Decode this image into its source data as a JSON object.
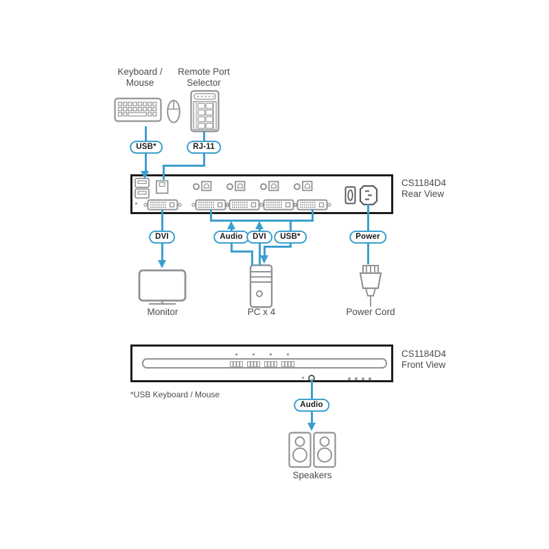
{
  "colors": {
    "line_blue": "#3b9ecf",
    "device_gray": "#8f9294",
    "panel_border": "#1a1a1a",
    "label_text": "#4a4a4a"
  },
  "labels": {
    "keyboard_mouse": "Keyboard /\nMouse",
    "remote_selector": "Remote Port\nSelector",
    "rear_view": "CS1184D4\nRear View",
    "front_view": "CS1184D4\nFront View",
    "monitor": "Monitor",
    "pc": "PC x 4",
    "power_cord": "Power Cord",
    "speakers": "Speakers",
    "footnote": "*USB Keyboard / Mouse"
  },
  "pills": {
    "usb_console": "USB*",
    "rj11": "RJ-11",
    "dvi_monitor": "DVI",
    "audio_pc": "Audio",
    "dvi_pc": "DVI",
    "usb_pc": "USB*",
    "power": "Power",
    "audio_front": "Audio"
  }
}
